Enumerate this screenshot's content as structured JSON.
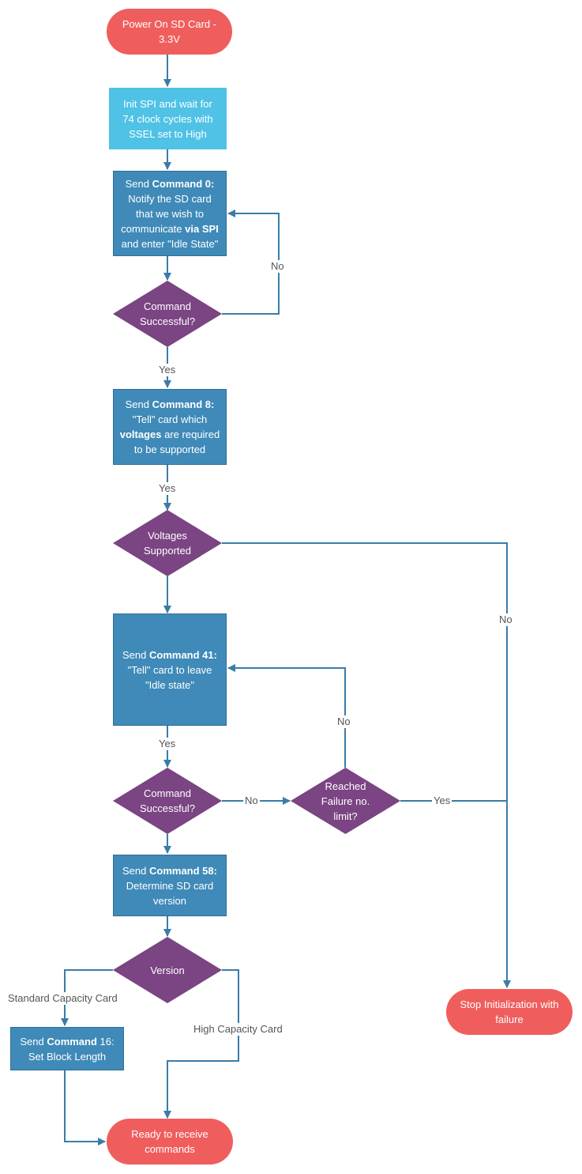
{
  "colors": {
    "terminal": "#ef5e5d",
    "process": "#3f8ab8",
    "process_light": "#4fc2e6",
    "decision": "#7b4483",
    "connector": "#3a7ca8",
    "label_text": "#555555"
  },
  "nodes": {
    "start": {
      "line1": "Power On SD Card -",
      "line2": "3.3V"
    },
    "init_spi": {
      "line1": "Init SPI and wait for",
      "line2": "74 clock cycles with",
      "line3": "SSEL set to High"
    },
    "cmd0": {
      "l1_pre": "Send ",
      "l1_bold": "Command 0:",
      "l2": "Notify the SD card",
      "l3": "that we wish to",
      "l4_pre": "communicate ",
      "l4_bold": "via SPI",
      "l5": "and enter \"Idle State\""
    },
    "dec_cmd0": {
      "line1": "Command",
      "line2": "Successful?"
    },
    "cmd8": {
      "l1_pre": "Send ",
      "l1_bold": "Command 8:",
      "l2": "\"Tell\" card which",
      "l3_bold": "voltages",
      "l3_post": " are required",
      "l4": "to be supported"
    },
    "dec_voltages": {
      "line1": "Voltages",
      "line2": "Supported"
    },
    "cmd41": {
      "l1_pre": "Send ",
      "l1_bold": "Command 41:",
      "l2": "\"Tell\" card to leave",
      "l3": "\"Idle state\""
    },
    "dec_cmd41": {
      "line1": "Command",
      "line2": "Successful?"
    },
    "dec_failure": {
      "line1": "Reached",
      "line2": "Failure no.",
      "line3": "limit?"
    },
    "cmd58": {
      "l1_pre": "Send ",
      "l1_bold": "Command 58:",
      "l2": "Determine SD card",
      "l3": "version"
    },
    "dec_version": {
      "line1": "Version"
    },
    "cmd16": {
      "l1_pre": "Send ",
      "l1_bold": "Command",
      "l1_post": " 16:",
      "l2": "Set Block Length"
    },
    "ready": {
      "line1": "Ready to receive",
      "line2": "commands"
    },
    "stop": {
      "line1": "Stop Initialization with",
      "line2": "failure"
    }
  },
  "edge_labels": {
    "cmd0_no": "No",
    "cmd0_yes": "Yes",
    "cmd8_yes": "Yes",
    "voltages_no": "No",
    "failure_no": "No",
    "cmd41_yes": "Yes",
    "cmd41_no": "No",
    "failure_yes": "Yes",
    "standard": "Standard Capacity Card",
    "high": "High Capacity Card"
  }
}
